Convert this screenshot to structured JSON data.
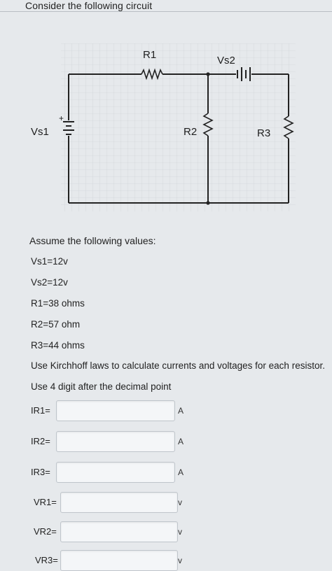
{
  "header": {
    "title": "Consider the following circuit"
  },
  "circuit": {
    "labels": {
      "r1": "R1",
      "vs2": "Vs2",
      "vs1": "Vs1",
      "r2": "R2",
      "r3": "R3",
      "plus": "+"
    }
  },
  "values": {
    "assume": "Assume the following values:",
    "vs1": "Vs1=12v",
    "vs2": "Vs2=12v",
    "r1": "R1=38 ohms",
    "r2": "R2=57 ohm",
    "r3": "R3=44 ohms"
  },
  "instructions": {
    "line1": "Use Kirchhoff laws to calculate currents and voltages for each resistor.",
    "line2": "Use 4 digit after the decimal point"
  },
  "answers": [
    {
      "label": "IR1=",
      "unit": "A",
      "value": ""
    },
    {
      "label": "IR2=",
      "unit": "A",
      "value": ""
    },
    {
      "label": "IR3=",
      "unit": "A",
      "value": ""
    },
    {
      "label": "VR1=",
      "unit": "v",
      "value": ""
    },
    {
      "label": "VR2=",
      "unit": "v",
      "value": ""
    },
    {
      "label": "VR3=",
      "unit": "v",
      "value": ""
    }
  ]
}
